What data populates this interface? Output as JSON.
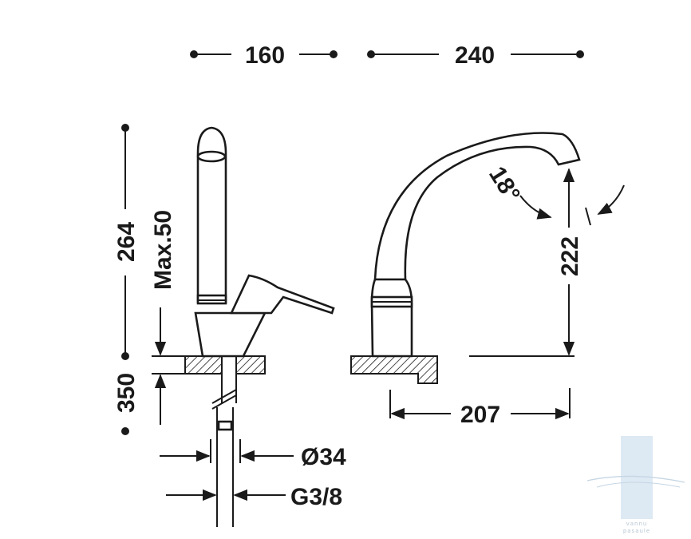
{
  "dimensions": {
    "depth_front": "160",
    "width_side": "240",
    "total_height": "264",
    "max_deck": "Max.50",
    "hose_length": "350",
    "spout_height": "222",
    "spout_reach": "207",
    "hole_diameter": "Ø34",
    "connection_thread": "G3/8",
    "spout_angle": "18°"
  },
  "watermark": {
    "line1": "vannu",
    "line2": "pasaule",
    "color": "#dce8f2"
  },
  "colors": {
    "ink": "#1a1a1a",
    "background": "#ffffff"
  }
}
